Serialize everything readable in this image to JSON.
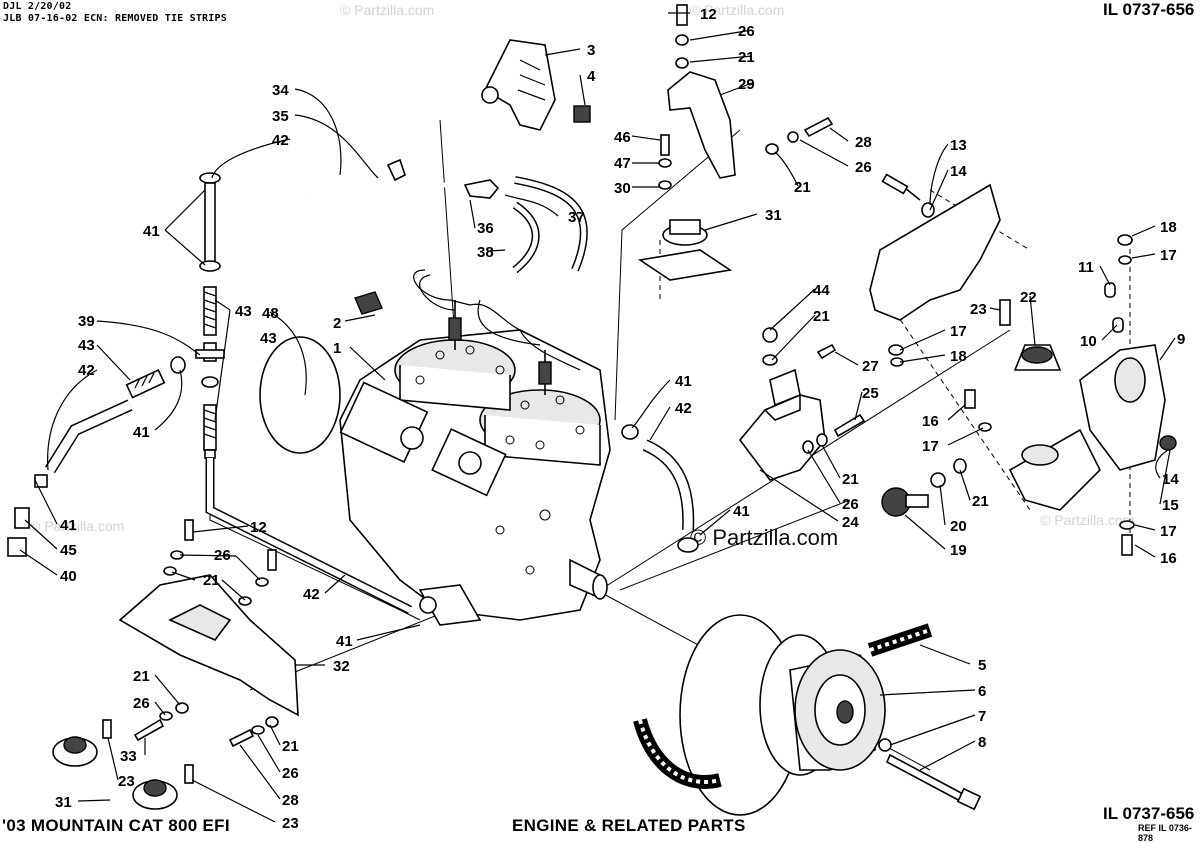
{
  "header": {
    "line1": "DJL 2/20/02",
    "line2": "JLB 07-16-02 ECN: REMOVED TIE STRIPS"
  },
  "illustration_number_top": "IL 0737-656",
  "illustration_number_bottom": "IL 0737-656",
  "reference_number": "REF IL 0736-878",
  "footer": {
    "model": "'03 MOUNTAIN CAT 800 EFI",
    "section_title": "ENGINE & RELATED PARTS"
  },
  "watermark": {
    "main": "© Partzilla.com",
    "faint": "© Partzilla.com"
  },
  "callouts": {
    "c1": "1",
    "c2": "2",
    "c3": "3",
    "c4": "4",
    "c5": "5",
    "c6": "6",
    "c7": "7",
    "c8": "8",
    "c9": "9",
    "c10": "10",
    "c11": "11",
    "c12a": "12",
    "c12b": "12",
    "c13": "13",
    "c14a": "14",
    "c14b": "14",
    "c15": "15",
    "c16a": "16",
    "c16b": "16",
    "c17a": "17",
    "c17b": "17",
    "c17c": "17",
    "c17d": "17",
    "c18a": "18",
    "c18b": "18",
    "c19": "19",
    "c20": "20",
    "c21a": "21",
    "c21b": "21",
    "c21c": "21",
    "c21d": "21",
    "c21e": "21",
    "c21f": "21",
    "c21g": "21",
    "c21h": "21",
    "c22": "22",
    "c23a": "23",
    "c23b": "23",
    "c23c": "23",
    "c24": "24",
    "c25": "25",
    "c26a": "26",
    "c26b": "26",
    "c26c": "26",
    "c26d": "26",
    "c26e": "26",
    "c27": "27",
    "c28a": "28",
    "c28b": "28",
    "c29": "29",
    "c30": "30",
    "c31a": "31",
    "c31b": "31",
    "c32": "32",
    "c33": "33",
    "c34": "34",
    "c35": "35",
    "c36": "36",
    "c37": "37",
    "c38": "38",
    "c39": "39",
    "c40": "40",
    "c41a": "41",
    "c41b": "41",
    "c41c": "41",
    "c41d": "41",
    "c41e": "41",
    "c41f": "41",
    "c42a": "42",
    "c42b": "42",
    "c42c": "42",
    "c42d": "42",
    "c43a": "43",
    "c43b": "43",
    "c44": "44",
    "c45": "45",
    "c46": "46",
    "c47": "47",
    "c48": "48"
  }
}
